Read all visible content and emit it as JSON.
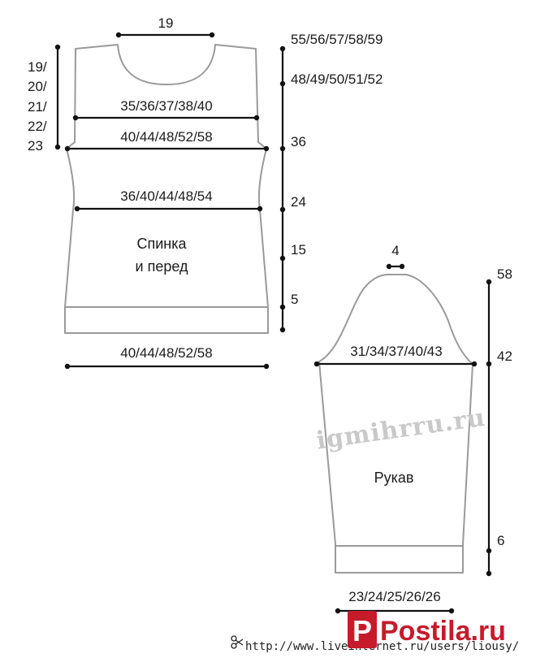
{
  "colors": {
    "outline": "#9a9a9a",
    "measure": "#111111",
    "logo": "#c61b2b",
    "watermark": "#c9c9c9"
  },
  "body_piece": {
    "label_line1": "Спинка",
    "label_line2": "и перед",
    "neck_width": "19",
    "neck_depth_left": [
      "19/",
      "20/",
      "21/",
      "22/",
      "23"
    ],
    "shoulder_width": "35/36/37/38/40",
    "chest_width": "40/44/48/52/58",
    "waist_width": "36/40/44/48/54",
    "bottom_width": "40/44/48/52/58",
    "height_marks": [
      "55/56/57/58/59",
      "48/49/50/51/52",
      "36",
      "24",
      "15",
      "5"
    ]
  },
  "sleeve_piece": {
    "label": "Рукав",
    "cap_top_width": "4",
    "upper_width": "31/34/37/40/43",
    "cuff_width": "23/24/25/26/26",
    "height_marks": [
      "58",
      "42",
      "6"
    ]
  },
  "watermark": "igmihrru.ru",
  "footer": {
    "url": "http://www.liveinternet.ru/users/liousy/",
    "logo_text": "Postila.ru"
  }
}
